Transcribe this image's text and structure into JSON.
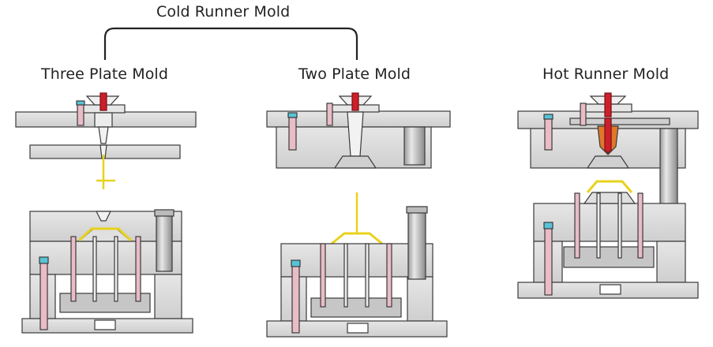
{
  "group_label": "Cold Runner Mold",
  "molds": [
    {
      "label": "Three Plate Mold"
    },
    {
      "label": "Two Plate Mold"
    },
    {
      "label": "Hot Runner Mold"
    }
  ],
  "colors": {
    "plate_fill": "#d9d9d9",
    "plate_stroke": "#3a3a3a",
    "nozzle_red": "#cc1f2a",
    "runner_yellow": "#e8d21c",
    "pin_pink": "#e9bcc6",
    "bolt_cyan": "#57c4d6",
    "heater_orange": "#e0772a"
  }
}
